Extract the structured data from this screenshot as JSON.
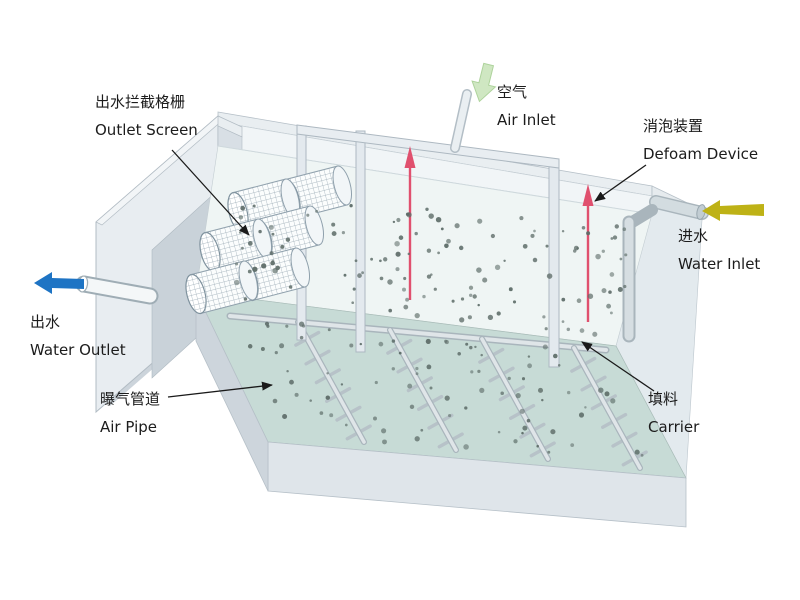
{
  "diagram": {
    "labels": {
      "outlet_screen": {
        "zh": "出水拦截格栅",
        "en": "Outlet Screen"
      },
      "air_inlet": {
        "zh": "空气",
        "en": "Air Inlet"
      },
      "defoam_device": {
        "zh": "消泡装置",
        "en": "Defoam Device"
      },
      "water_inlet": {
        "zh": "进水",
        "en": "Water Inlet"
      },
      "water_outlet": {
        "zh": "出水",
        "en": "Water Outlet"
      },
      "air_pipe": {
        "zh": "曝气管道",
        "en": "Air Pipe"
      },
      "carrier": {
        "zh": "填料",
        "en": "Carrier"
      }
    },
    "colors": {
      "water_outlet_arrow": "#1e74c4",
      "water_inlet_arrow": "#beb216",
      "air_inlet_arrow": "#cfe7c2",
      "defoam_device": "#e0506e",
      "tank_floor": "#c7dbd6",
      "water_surface": "#eff5f4",
      "carrier_dot": "#5c6b67",
      "annotation": "#1a1a1a"
    }
  }
}
